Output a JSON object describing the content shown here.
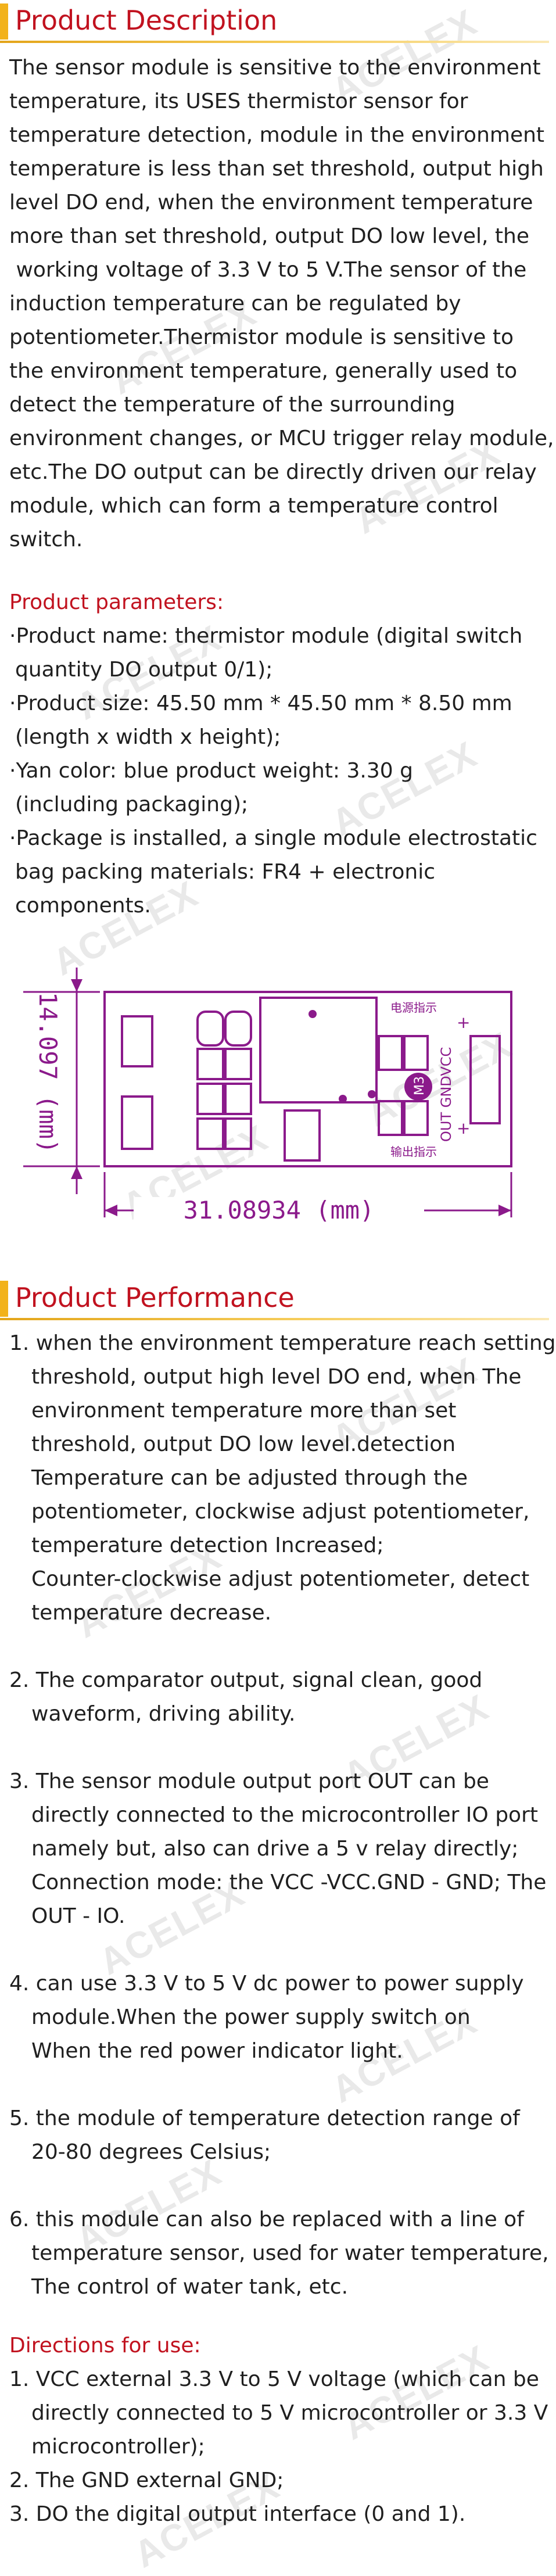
{
  "watermark": "ACELEX",
  "description": {
    "title": "Product Description",
    "body_lines": [
      "The sensor module is sensitive to the environment",
      "temperature, its USES thermistor sensor for",
      "temperature detection, module in the environment",
      "temperature is less than set threshold, output high",
      "level DO end, when the environment temperature",
      "more than set threshold, output DO low level, the",
      " working voltage of 3.3 V to 5 V.The sensor of the",
      "induction temperature can be regulated by",
      "potentiometer.Thermistor module is sensitive to",
      "the environment temperature, generally used to",
      "detect the temperature of the surrounding",
      "environment changes, or MCU trigger relay module,",
      "etc.The DO output can be directly driven our relay",
      "module, which can form a temperature control",
      "switch."
    ]
  },
  "parameters": {
    "title": "Product parameters:",
    "items": [
      [
        "·Product name: thermistor module (digital switch",
        "quantity DO output 0/1);"
      ],
      [
        "·Product size: 45.50 mm * 45.50 mm * 8.50 mm",
        "(length x width x height);"
      ],
      [
        "·Yan color: blue product weight: 3.30 g",
        "(including packaging);"
      ],
      [
        "·Package is installed, a single module electrostatic",
        "bag packing materials: FR4 + electronic",
        "components."
      ]
    ]
  },
  "dimension_diagram": {
    "height_label": "14.097 (mm)",
    "width_label": "31.08934 (mm)",
    "power_indicator_label": "电源指示",
    "output_indicator_label": "输出指示",
    "pin_label": "OUT GNDVCC",
    "chip_label": "M3",
    "plus_sign": "+",
    "board_color": "#8b1a8b"
  },
  "performance": {
    "title": "Product Performance",
    "items": [
      [
        "1. when the environment temperature reach setting",
        "threshold, output high level DO end, when The",
        "environment temperature more than set",
        "threshold, output DO low level.detection",
        "Temperature can be adjusted through the",
        "potentiometer, clockwise adjust potentiometer,",
        "temperature detection Increased;",
        "Counter-clockwise adjust potentiometer, detect",
        "temperature decrease."
      ],
      [
        "2. The comparator output, signal clean, good",
        "waveform, driving ability."
      ],
      [
        "3. The sensor module output port OUT can be",
        "directly connected to the microcontroller IO port",
        "namely but, also can drive a 5 v relay directly;",
        "Connection mode: the VCC -VCC.GND - GND; The",
        "OUT - IO."
      ],
      [
        "4. can use 3.3 V to 5 V dc power to power supply",
        "module.When the power supply switch on",
        "When the red power indicator light."
      ],
      [
        "5. the module of temperature detection range of",
        "20-80 degrees Celsius;"
      ],
      [
        "6. this module can also be replaced with a line of",
        "temperature sensor, used for water temperature,",
        "The control of water tank, etc."
      ]
    ]
  },
  "directions": {
    "title": "Directions for use:",
    "items": [
      [
        "1. VCC external 3.3 V to 5 V voltage (which can be",
        "directly connected to 5 V microcontroller or 3.3 V",
        "microcontroller);"
      ],
      [
        "2. The GND external GND;"
      ],
      [
        "3. DO the digital output interface (0 and 1)."
      ]
    ]
  }
}
